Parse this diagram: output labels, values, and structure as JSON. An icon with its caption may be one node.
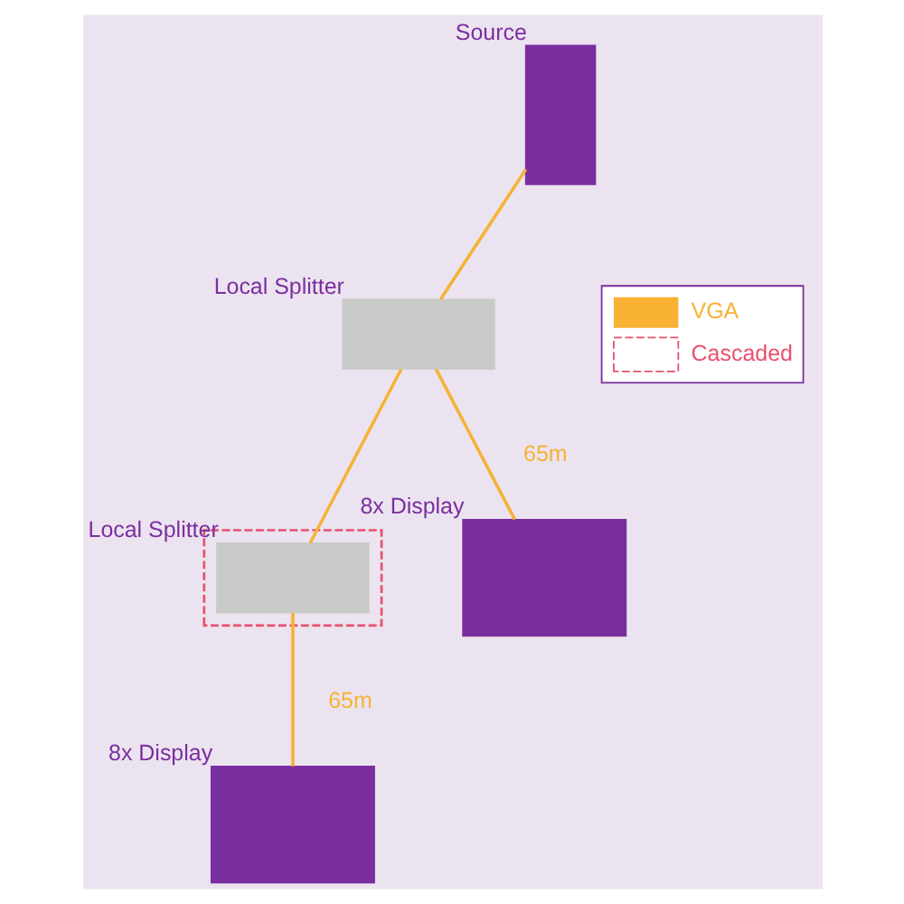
{
  "diagram": {
    "nodes": [
      {
        "text": [],
        "shape": "box"
      },
      {
        "text": [],
        "shape": "box",
        "in": 0,
        "beside": [
          "Local Splitter"
        ]
      },
      {
        "text": [],
        "shape": "box",
        "beside": [
          "Local Splitter"
        ]
      },
      {
        "text": [],
        "shape": "box",
        "beside": [
          "Source"
        ]
      },
      {
        "text": [],
        "shape": "box",
        "beside": [
          "8x",
          "Display"
        ]
      },
      {
        "text": [],
        "shape": "box",
        "beside": [
          "8x",
          "Display"
        ]
      }
    ],
    "edges": [
      {
        "from": 3,
        "to": 2,
        "arrow": "none"
      },
      {
        "from": 2,
        "to": 1,
        "arrow": "none"
      },
      {
        "from": 1,
        "to": 4,
        "arrow": "none",
        "label": "65m"
      },
      {
        "from": 2,
        "to": 5,
        "arrow": "none",
        "label": "65m"
      }
    ],
    "legend": [
      {
        "text": "VGA",
        "color": "#f8b133"
      },
      {
        "text": "Cascaded"
      }
    ]
  }
}
